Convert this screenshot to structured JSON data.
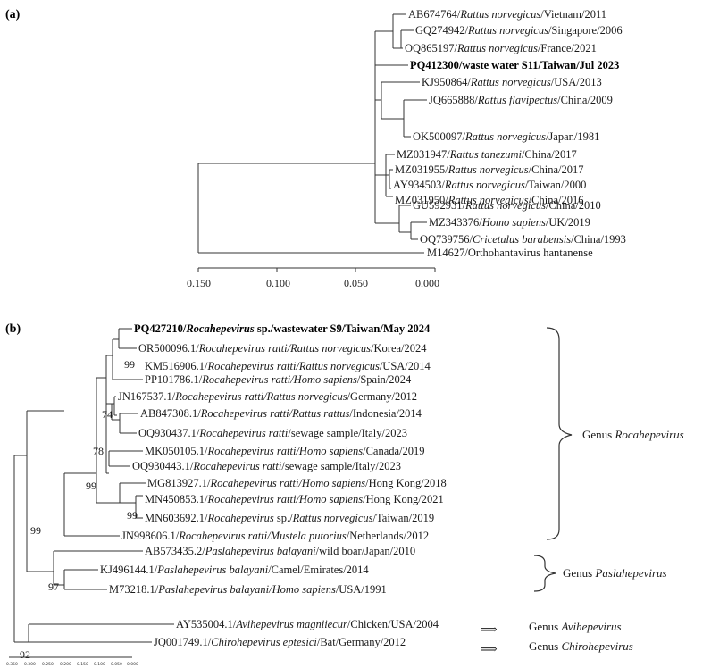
{
  "panel_a": {
    "label_open": "(",
    "label_letter": "a",
    "label_close": ")",
    "leaves": [
      {
        "acc": "AB674764/",
        "host": "Rattus norvegicus",
        "rest": "/Vietnam/2011"
      },
      {
        "acc": "GQ274942/",
        "host": "Rattus norvegicus",
        "rest": "/Singapore/2006"
      },
      {
        "acc": "OQ865197/",
        "host": "Rattus norvegicus",
        "rest": "/France/2021"
      },
      {
        "acc": "PQ412300/waste water S11/Taiwan/Jul 2023",
        "host": "",
        "rest": "",
        "bold": true
      },
      {
        "acc": "KJ950864/",
        "host": "Rattus norvegicus",
        "rest": "/USA/2013"
      },
      {
        "acc": "JQ665888/",
        "host": "Rattus flavipectus",
        "rest": "/China/2009"
      },
      {
        "acc": "OK500097/",
        "host": "Rattus norvegicus",
        "rest": "/Japan/1981"
      },
      {
        "acc": "MZ031947/",
        "host": "Rattus tanezumi",
        "rest": "/China/2017"
      },
      {
        "acc": "MZ031955/",
        "host": "Rattus norvegicus",
        "rest": "/China/2017"
      },
      {
        "acc": "AY934503/",
        "host": "Rattus norvegicus",
        "rest": "/Taiwan/2000"
      },
      {
        "acc": "MZ031950/",
        "host": "Rattus norvegicus",
        "rest": "/China/2016"
      },
      {
        "acc": "GU592931/",
        "host": "Rattus norvegicus",
        "rest": "/China/2010"
      },
      {
        "acc": "MZ343376/",
        "host": "Homo sapiens",
        "rest": "/UK/2019"
      },
      {
        "acc": "OQ739756/",
        "host": "Cricetulus barabensis",
        "rest": "/China/1993"
      },
      {
        "acc": "M14627/Orthohantavirus hantanense",
        "host": "",
        "rest": ""
      }
    ],
    "axis_ticks": [
      "0.150",
      "0.100",
      "0.050",
      "0.000"
    ]
  },
  "panel_b": {
    "label_open": "(",
    "label_letter": "b",
    "label_close": ")",
    "leaves": [
      {
        "acc": "PQ427210/",
        "host": "Rocahepevirus",
        "rest": " sp./wastewater S9/Taiwan/May 2024",
        "bold": true
      },
      {
        "acc": "OR500096.1/",
        "host": "Rocahepevirus ratti/Rattus norvegicus",
        "rest": "/Korea/2024"
      },
      {
        "acc": "KM516906.1/",
        "host": "Rocahepevirus ratti/Rattus norvegicus",
        "rest": "/USA/2014"
      },
      {
        "acc": "PP101786.1/",
        "host": "Rocahepevirus ratti/Homo sapiens",
        "rest": "/Spain/2024"
      },
      {
        "acc": "JN167537.1/",
        "host": "Rocahepevirus ratti/Rattus norvegicus",
        "rest": "/Germany/2012"
      },
      {
        "acc": "AB847308.1/",
        "host": "Rocahepevirus ratti/Rattus rattus",
        "rest": "/Indonesia/2014"
      },
      {
        "acc": "OQ930437.1/",
        "host": "Rocahepevirus ratti",
        "rest": "/sewage sample/Italy/2023"
      },
      {
        "acc": "MK050105.1/",
        "host": "Rocahepevirus ratti/Homo sapiens",
        "rest": "/Canada/2019"
      },
      {
        "acc": "OQ930443.1/",
        "host": "Rocahepevirus ratti",
        "rest": "/sewage sample/Italy/2023"
      },
      {
        "acc": "MG813927.1/",
        "host": "Rocahepevirus ratti/Homo sapiens",
        "rest": "/Hong Kong/2018"
      },
      {
        "acc": "MN450853.1/",
        "host": "Rocahepevirus ratti/Homo sapiens",
        "rest": "/Hong Kong/2021"
      },
      {
        "acc": "MN603692.1/",
        "host": "Rocahepevirus",
        "rest": " sp./",
        "host2": "Rattus norvegicus",
        "rest2": "/Taiwan/2019"
      },
      {
        "acc": "JN998606.1/",
        "host": "Rocahepevirus ratti/Mustela putorius",
        "rest": "/Netherlands/2012"
      },
      {
        "acc": "AB573435.2/",
        "host": "Paslahepevirus balayani",
        "rest": "/wild boar/Japan/2010"
      },
      {
        "acc": "KJ496144.1/",
        "host": "Paslahepevirus balayani",
        "rest": "/Camel/Emirates/2014"
      },
      {
        "acc": "M73218.1/",
        "host": "Paslahepevirus balayani/Homo sapiens",
        "rest": "/USA/1991"
      },
      {
        "acc": "AY535004.1/",
        "host": "Avihepevirus magniiecur",
        "rest": "/Chicken/USA/2004"
      },
      {
        "acc": "JQ001749.1/",
        "host": "Chirohepevirus eptesici",
        "rest": "/Bat/Germany/2012"
      }
    ],
    "bootstraps": [
      "99",
      "74",
      "78",
      "99",
      "99",
      "99",
      "97",
      "92"
    ],
    "genus_prefix": "Genus ",
    "genera": [
      "Rocahepevirus",
      "Paslahepevirus",
      "Avihepevirus",
      "Chirohepevirus"
    ],
    "arrow_glyph": "⟹",
    "axis_ticks": [
      "0.350",
      "0.300",
      "0.250",
      "0.200",
      "0.150",
      "0.100",
      "0.050",
      "0.000"
    ]
  }
}
